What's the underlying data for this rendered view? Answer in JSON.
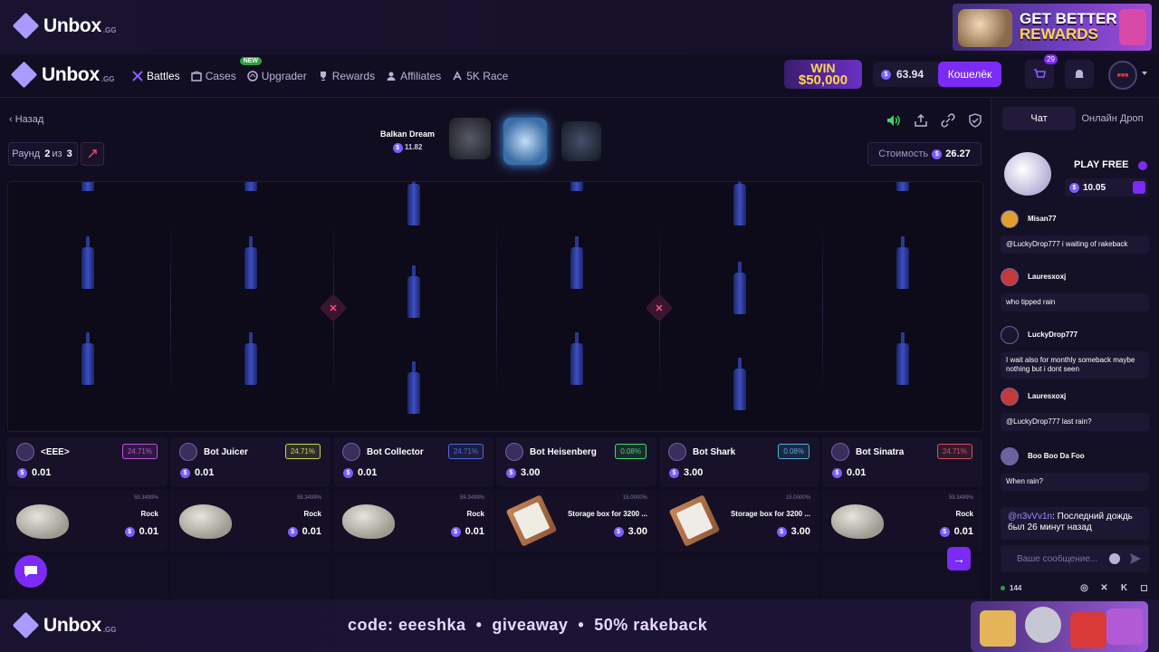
{
  "brand": {
    "name": "Unbox",
    "tld": ".GG"
  },
  "top_banner": {
    "line1": "GET BETTER",
    "line2": "REWARDS"
  },
  "nav": {
    "items": [
      {
        "label": "Battles",
        "icon": "crossed-swords-icon",
        "active": true
      },
      {
        "label": "Cases",
        "icon": "box-icon",
        "active": false
      },
      {
        "label": "Upgrader",
        "icon": "upgrade-icon",
        "active": false,
        "badge": "NEW"
      },
      {
        "label": "Rewards",
        "icon": "trophy-icon",
        "active": false
      },
      {
        "label": "Affiliates",
        "icon": "users-icon",
        "active": false
      },
      {
        "label": "5K Race",
        "icon": "race-icon",
        "active": false
      }
    ]
  },
  "win_banner": {
    "line1": "WIN",
    "line2": "$50,000"
  },
  "balance": {
    "amount": "63.94",
    "wallet_label": "Кошелёк"
  },
  "cart": {
    "count": "29"
  },
  "battle": {
    "back_label": "Назад",
    "round": {
      "prefix": "Раунд",
      "current": "2",
      "middle": "из",
      "total": "3"
    },
    "case": {
      "name": "Balkan Dream",
      "price": "11.82"
    },
    "cost": {
      "label": "Стоимость",
      "value": "26.27"
    }
  },
  "players": [
    {
      "name": "<EEE>",
      "percent": "24.71%",
      "total": "0.01",
      "pct_color": "#c04fd8"
    },
    {
      "name": "Bot Juicer",
      "percent": "24.71%",
      "total": "0.01",
      "pct_color": "#c8d84f"
    },
    {
      "name": "Bot Collector",
      "percent": "24.71%",
      "total": "0.01",
      "pct_color": "#4f6ad8"
    },
    {
      "name": "Bot Heisenberg",
      "percent": "0.08%",
      "total": "3.00",
      "pct_color": "#3fd86a"
    },
    {
      "name": "Bot Shark",
      "percent": "0.08%",
      "total": "3.00",
      "pct_color": "#4fb0d8"
    },
    {
      "name": "Bot Sinatra",
      "percent": "24.71%",
      "total": "0.01",
      "pct_color": "#d84f5a"
    }
  ],
  "drops": [
    {
      "chance": "59.3499%",
      "name": "Rock",
      "value": "0.01",
      "image": "rock"
    },
    {
      "chance": "59.3499%",
      "name": "Rock",
      "value": "0.01",
      "image": "rock"
    },
    {
      "chance": "59.3499%",
      "name": "Rock",
      "value": "0.01",
      "image": "rock"
    },
    {
      "chance": "15.0000%",
      "name": "Storage box for 3200 ...",
      "value": "3.00",
      "image": "box"
    },
    {
      "chance": "15.0000%",
      "name": "Storage box for 3200 ...",
      "value": "3.00",
      "image": "box"
    },
    {
      "chance": "59.3499%",
      "name": "Rock",
      "value": "0.01",
      "image": "rock"
    }
  ],
  "chat": {
    "tabs": [
      "Чат",
      "Онлайн Дроп"
    ],
    "play_free": {
      "title": "PLAY FREE",
      "amount": "10.05"
    },
    "messages": [
      {
        "user": "Misan77",
        "text": "@LuckyDrop777 i waiting of rakeback"
      },
      {
        "user": "Lauresxoxj",
        "text": "who tipped rain"
      },
      {
        "user": "LuckyDrop777",
        "text": "I wait also for monthly someback maybe nothing but i dont seen"
      },
      {
        "user": "Lauresxoxj",
        "text": "@LuckyDrop777 last rain?"
      },
      {
        "user": "Boo Boo Da Foo",
        "text": "When rain?"
      }
    ],
    "rain_notice": {
      "mention": "@n3vVv1n",
      "text": ": Последний дождь был 26 минут назад"
    },
    "input_placeholder": "Ваше сообщение...",
    "online_count": "144"
  },
  "bottom_promo": {
    "text": "code: eeeshka  •  giveaway  •  50% rakeback"
  }
}
